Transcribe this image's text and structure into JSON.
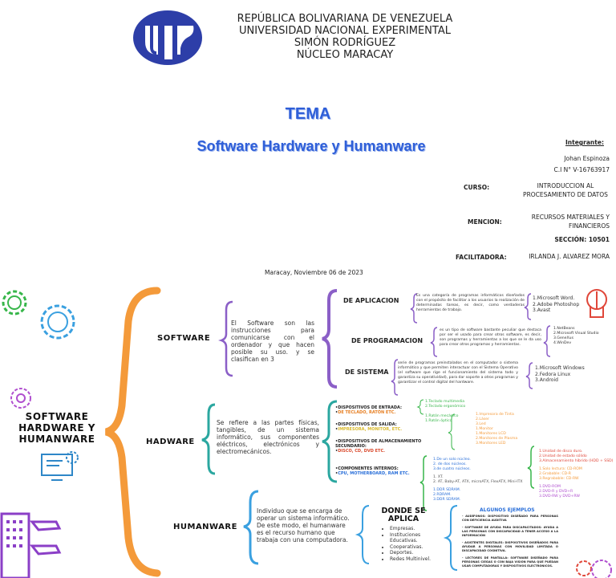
{
  "header": {
    "line1": "REPÚBLICA BOLIVARIANA DE VENEZUELA",
    "line2": "UNIVERSIDAD NACIONAL EXPERIMENTAL",
    "line3": "SIMÓN RODRÍGUEZ",
    "line4": "NÚCLEO MARACAY"
  },
  "tema": "TEMA",
  "subtitle": "Software Hardware y Humanware",
  "info": {
    "integrante_label": "Integrante:",
    "name": "Johan Espinoza",
    "ci": "C.I N° V-16763917",
    "curso_label": "CURSO:",
    "curso": "INTRODUCCION AL PROCESAMIENTO DE DATOS",
    "mencion_label": "MENCION:",
    "mencion": "RECURSOS MATERIALES Y FINANCIEROS",
    "seccion": "SECCIÓN: 10501",
    "facilitadora_label": "FACILITADORA:",
    "facilitadora": "IRLANDA J. ALVAREZ MORA"
  },
  "date": "Maracay, Noviembre 06 de 2023",
  "map": {
    "title": "SOFTWARE HARDWARE Y HUMANWARE",
    "software": {
      "label": "SOFTWARE",
      "desc": "El Software son las instrucciones para comunicarse con el ordenador y que hacen posible su uso. y se clasifican en 3",
      "aplicacion": {
        "label": "DE APLICACION",
        "desc": "Es una categoría de programas informáticos diseñados con el propósito de facilitar a los usuarios la realización de determinadas tareas, es decir, como verdaderas herramientas de trabajo.",
        "items": [
          "1.Microsoft Word.",
          "2.Adobe Photoshop",
          "3.Avast"
        ]
      },
      "programacion": {
        "label": "DE PROGRAMACION",
        "desc": "es un tipo de software bastante peculiar que destaca por ser el usado para crear otros software, es decir, son programas y herramientas a los que se le da uso para crear otros programas y herramientas.",
        "items": [
          "1.NetBeans",
          "2.Microsoft Visual Studio",
          "3.GeneXus",
          "4.WinDev"
        ]
      },
      "sistema": {
        "label": "DE SISTEMA",
        "desc": "serie de programas preinstalados en el computador o sistema informático y que permiten interactuar con el Sistema Operativo (el software que rige el funcionamiento del sistema todo y garantiza su operatividad), para dar soporte a otros programas y garantizar el control digital del hardware.",
        "items": [
          "1.Microsoft Windows",
          "2.Fedora Linux",
          "3.Android"
        ]
      }
    },
    "hadware": {
      "label": "HADWARE",
      "desc": "Se refiere a las partes físicas, tangibles, de un sistema informático, sus componentes eléctricos, electrónicos y electromecánicos.",
      "entrada": {
        "label": "DISPOSITIVOS DE ENTRADA:",
        "sub": "DE TECLADO, RATÓN ETC.",
        "items": [
          "1.Teclado multimedia",
          "2.Teclado ergonómico",
          "1.Ratón mecánico",
          "1.Ratón óptico"
        ]
      },
      "salida": {
        "label": "DISPOSITIVOS DE SALIDA:",
        "sub": "IMPRESORA, MONITOR, ETC.",
        "items": [
          "1.Impresora de Tinta",
          "2.Láser",
          "3.Led",
          "1.Monitor",
          "1.Monitores LCD",
          "2.Monitores de Plasma",
          "3.Monitores LED"
        ]
      },
      "almacenamiento": {
        "label": "DISPOSITIVOS DE ALMACENAMIENTO SECUNDARIO:",
        "sub": "DISCO, CD, DVD ETC.",
        "items": [
          "1.Unidad de disco duro.",
          "2.Unidad de estado sólido",
          "3.Almacenamiento híbrido (HDD + SSD)",
          "1.Solo lectura: CD-ROM",
          "2.Grabable: CD-R",
          "3.Regrabable: CD-RW",
          "1.DVD-ROM",
          "2.DVD-R y DVD+R",
          "3.DVD-RW y DVD+RW"
        ]
      },
      "internos": {
        "label": "COMPONENTES INTERNOS:",
        "sub": "CPU, MOTHERBOARD, RAM ETC.",
        "items": [
          "1.De un solo núcleo.",
          "2. de dos núcleos.",
          "3.de cuatro núcleos.",
          "1. XT.",
          "2. AT, Baby-AT, ATX, microATX, FlexATX, Mini-ITX",
          "1.DDR SDRAM.",
          "2.RDRAM.",
          "3.DDR SDRAM."
        ]
      }
    },
    "humanware": {
      "label": "HUMANWARE",
      "desc": "Individuo que se encarga de operar un sistema informático. De este modo, el humanware es el recurso humano que trabaja con una computadora.",
      "donde_title": "DONDE SE APLICA",
      "donde_items": [
        "Empresas.",
        "Instituciones Educativas.",
        "Cooperativas.",
        "Deportes.",
        "Redes Multinivel."
      ],
      "ejemplos_title": "ALGUNOS EJEMPLOS",
      "ejemplos": [
        "- AUDÍFONOS: DISPOSITIVO DISEÑADO PARA PERSONAS CON DEFICIENCIA AUDITIVA",
        "- SOFTWARE DE AYUDA PARA DISCAPACITADOS: AYUDA A LAS PERSONAS CON DISCAPACIDAD A TENER ACCESO A LA INFORMACIÓN",
        "- ASISTENTES DIGITALES: DISPOSITIVOS DISEÑADOS PARA AYUDAR A PERSONAS CON MOVILIDAD LIMITADA O DISCAPACIDAD COGNITIVA.",
        "- LECTORES DE PANTALLA: SOFTWARE DISEÑADO PARA PERSONAS CIEGAS O CON BAJA VISIÓN PARA QUE PUEDAN USAR COMPUTADORAS Y DISPOSITIVOS ELECTRÓNICOS."
      ]
    }
  },
  "colors": {
    "title_blue": "#2f5fd8",
    "orange": "#f49a3a",
    "purple": "#8b5fc7",
    "teal": "#2ba7a0",
    "cyan": "#3aa0e0",
    "red": "#e0473a",
    "green": "#37b64a",
    "logo_blue": "#2d3ea8"
  },
  "icons": [
    "university-logo-icon",
    "gear-icon",
    "touch-hand-icon",
    "gears-head-icon",
    "monitor-gear-icon",
    "keyboard-hands-icon"
  ]
}
